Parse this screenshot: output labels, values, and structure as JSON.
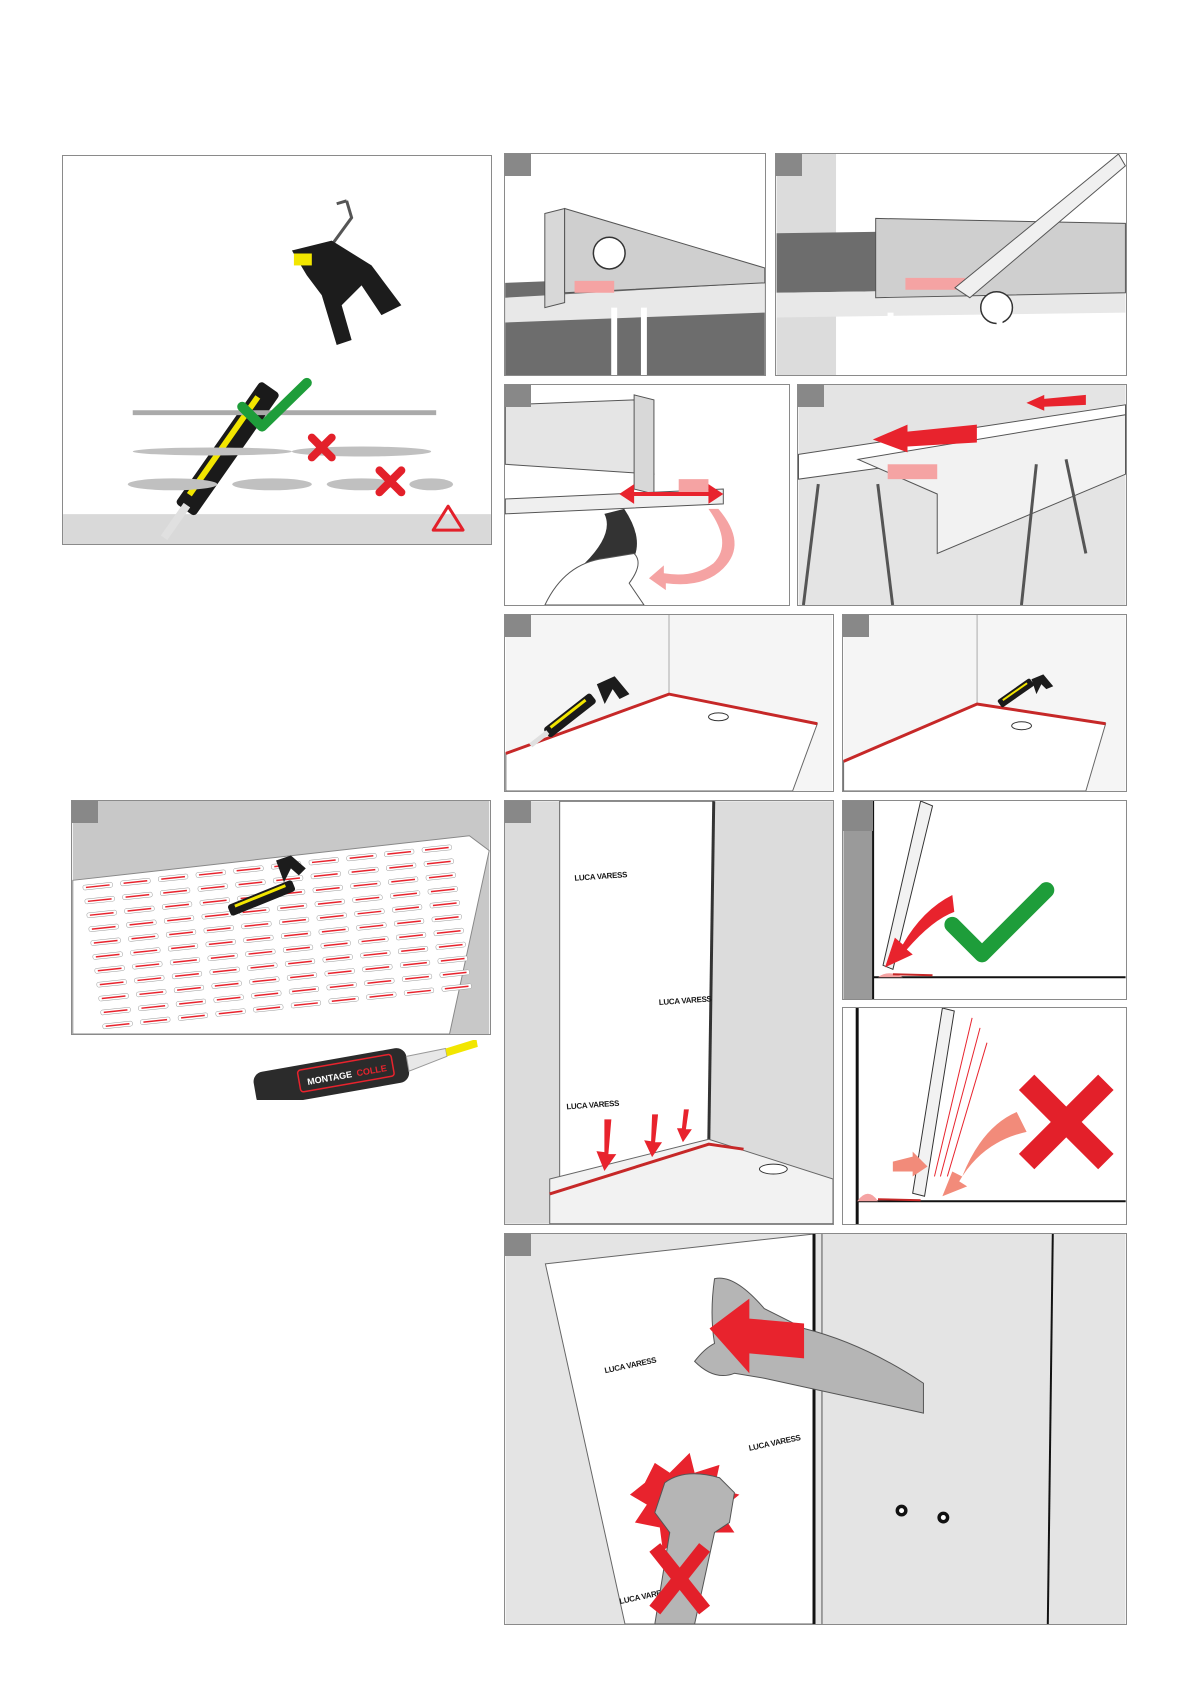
{
  "brand_mark": "LUCA VARESS",
  "tube_label": {
    "product": "MONTAGE",
    "suffix": "COLLE"
  },
  "colors": {
    "check": "#1e9d3a",
    "cross": "#e3202a",
    "arrow": "#e8232d",
    "sealant": "#f5a3a3",
    "wall_grey": "#c8c8c8",
    "tab_grey": "#888888",
    "gun_yellow": "#f2e600"
  },
  "icons": [
    "caulk-gun-icon",
    "check-icon",
    "cross-icon",
    "warning-triangle-icon",
    "arrow-icon",
    "hand-icon",
    "fist-icon",
    "glue-tube-icon"
  ]
}
